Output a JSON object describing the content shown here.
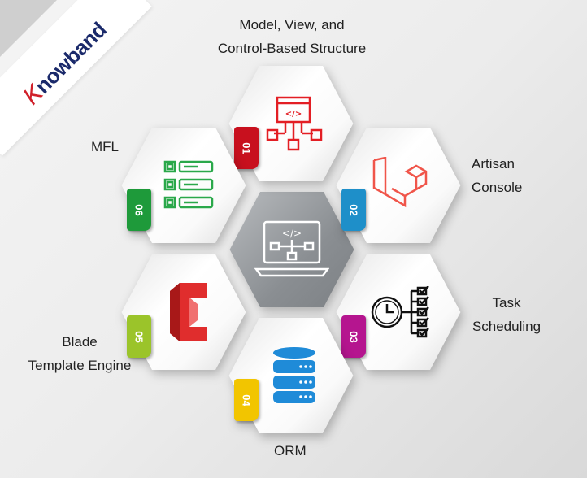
{
  "brand": {
    "logo_k": "K",
    "logo_rest": "nowband"
  },
  "features": [
    {
      "num": "01",
      "label_lines": [
        "Model, View, and",
        "Control-Based Structure"
      ],
      "badge_color": "#c8101e",
      "icon": "mvc-structure-icon",
      "icon_color": "#e31e24"
    },
    {
      "num": "02",
      "label_lines": [
        "Artisan",
        "Console"
      ],
      "badge_color": "#1e8fc9",
      "icon": "laravel-icon",
      "icon_color": "#f0554a"
    },
    {
      "num": "03",
      "label_lines": [
        "Task",
        "Scheduling"
      ],
      "badge_color": "#b5158f",
      "icon": "clock-checklist-icon",
      "icon_color": "#111111"
    },
    {
      "num": "04",
      "label_lines": [
        "ORM"
      ],
      "badge_color": "#f2c500",
      "icon": "database-icon",
      "icon_color": "#1f8bd8"
    },
    {
      "num": "05",
      "label_lines": [
        "Blade",
        "Template Engine"
      ],
      "badge_color": "#9bc42a",
      "icon": "blade-icon",
      "icon_color": "#e02d2d"
    },
    {
      "num": "06",
      "label_lines": [
        "MFL"
      ],
      "badge_color": "#1e9a3a",
      "icon": "list-icon",
      "icon_color": "#2aa84a"
    }
  ]
}
